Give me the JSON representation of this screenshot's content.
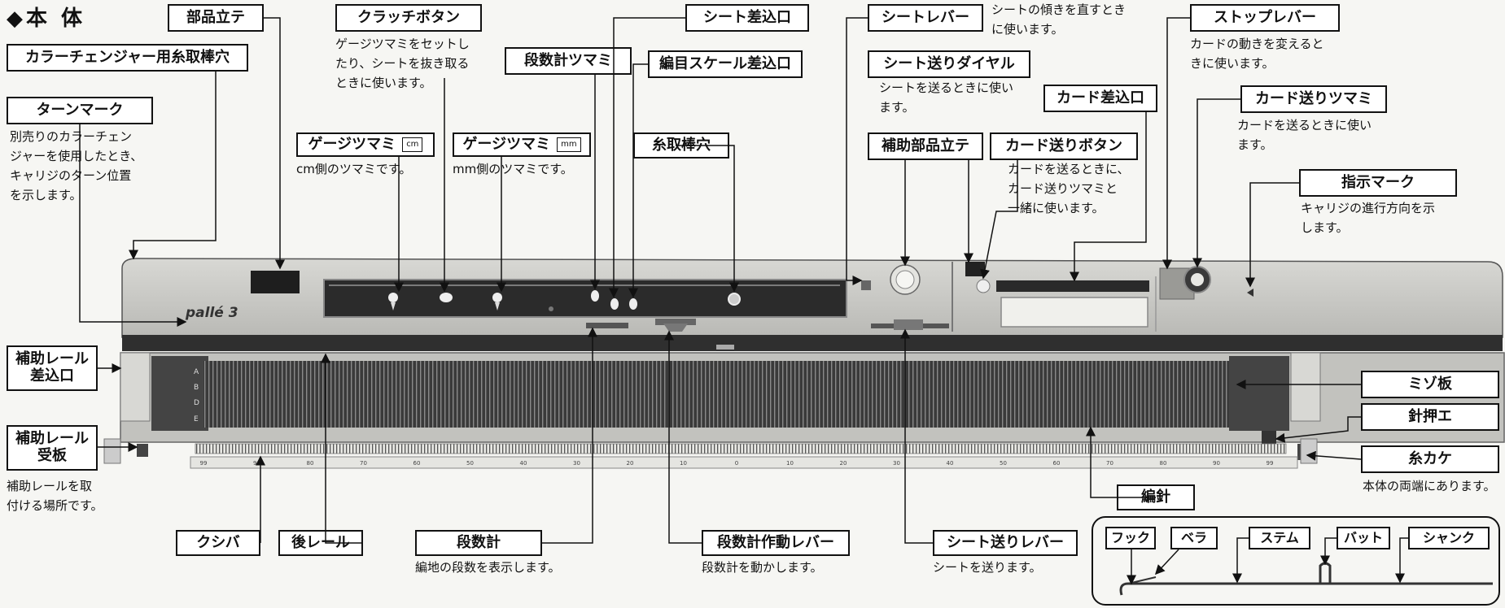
{
  "title": "◆本 体",
  "machine_brand": "pallé 3",
  "labels": {
    "buhin_tate": "部品立テ",
    "color_hole": "カラーチェンジャー用糸取棒穴",
    "turn_mark": "ターンマーク",
    "turn_mark_desc": "別売りのカラーチェン\nジャーを使用したとき、\nキャリジのターン位置\nを示します。",
    "clutch": "クラッチボタン",
    "clutch_desc": "ゲージツマミをセットし\nたり、シートを抜き取る\nときに使います。",
    "gauge_cm": "ゲージツマミ",
    "gauge_cm_unit": "cm",
    "gauge_cm_desc": "cm側のツマミです。",
    "gauge_mm": "ゲージツマミ",
    "gauge_mm_unit": "mm",
    "gauge_mm_desc": "mm側のツマミです。",
    "row_counter_knob": "段数計ツマミ",
    "sheet_slot": "シート差込口",
    "scale_slot": "編目スケール差込口",
    "yarn_hole": "糸取棒穴",
    "sheet_lever": "シートレバー",
    "sheet_lever_desc": "シートの傾きを直すとき\nに使います。",
    "sheet_dial": "シート送りダイヤル",
    "sheet_dial_desc": "シートを送るときに使い\nます。",
    "aux_parts": "補助部品立テ",
    "card_button": "カード送りボタン",
    "card_button_desc": "カードを送るときに、\nカード送りツマミと\n一緒に使います。",
    "card_slot": "カード差込口",
    "stop_lever": "ストップレバー",
    "stop_lever_desc": "カードの動きを変えると\nきに使います。",
    "card_knob": "カード送りツマミ",
    "card_knob_desc": "カードを送るときに使い\nます。",
    "indicator": "指示マーク",
    "indicator_desc": "キャリジの進行方向を示\nします。",
    "aux_rail_slot": [
      "補助レール",
      "差込口"
    ],
    "aux_rail_holder": [
      "補助レール",
      "受板"
    ],
    "aux_rail_holder_desc": "補助レールを取\n付ける場所です。",
    "mizo": "ミゾ板",
    "needle_press": "針押エ",
    "yarn_hook": "糸カケ",
    "yarn_hook_desc": "本体の両端にあります。",
    "needle": "編針",
    "kushiba": "クシバ",
    "back_rail": "後レール",
    "row_counter": "段数計",
    "row_counter_desc": "編地の段数を表示します。",
    "counter_lever": "段数計作動レバー",
    "counter_lever_desc": "段数計を動かします。",
    "sheet_feed_lever": "シート送りレバー",
    "sheet_feed_lever_desc": "シートを送ります。",
    "needle_parts": [
      "フック",
      "ベラ",
      "ステム",
      "バット",
      "シャンク"
    ]
  },
  "needle_row_letters": [
    "A",
    "B",
    "D",
    "E"
  ],
  "scale_numbers": [
    "99",
    "90",
    "80",
    "70",
    "60",
    "50",
    "40",
    "30",
    "20",
    "10",
    "0",
    "10",
    "20",
    "30",
    "40",
    "50",
    "60",
    "70",
    "80",
    "90",
    "99"
  ]
}
